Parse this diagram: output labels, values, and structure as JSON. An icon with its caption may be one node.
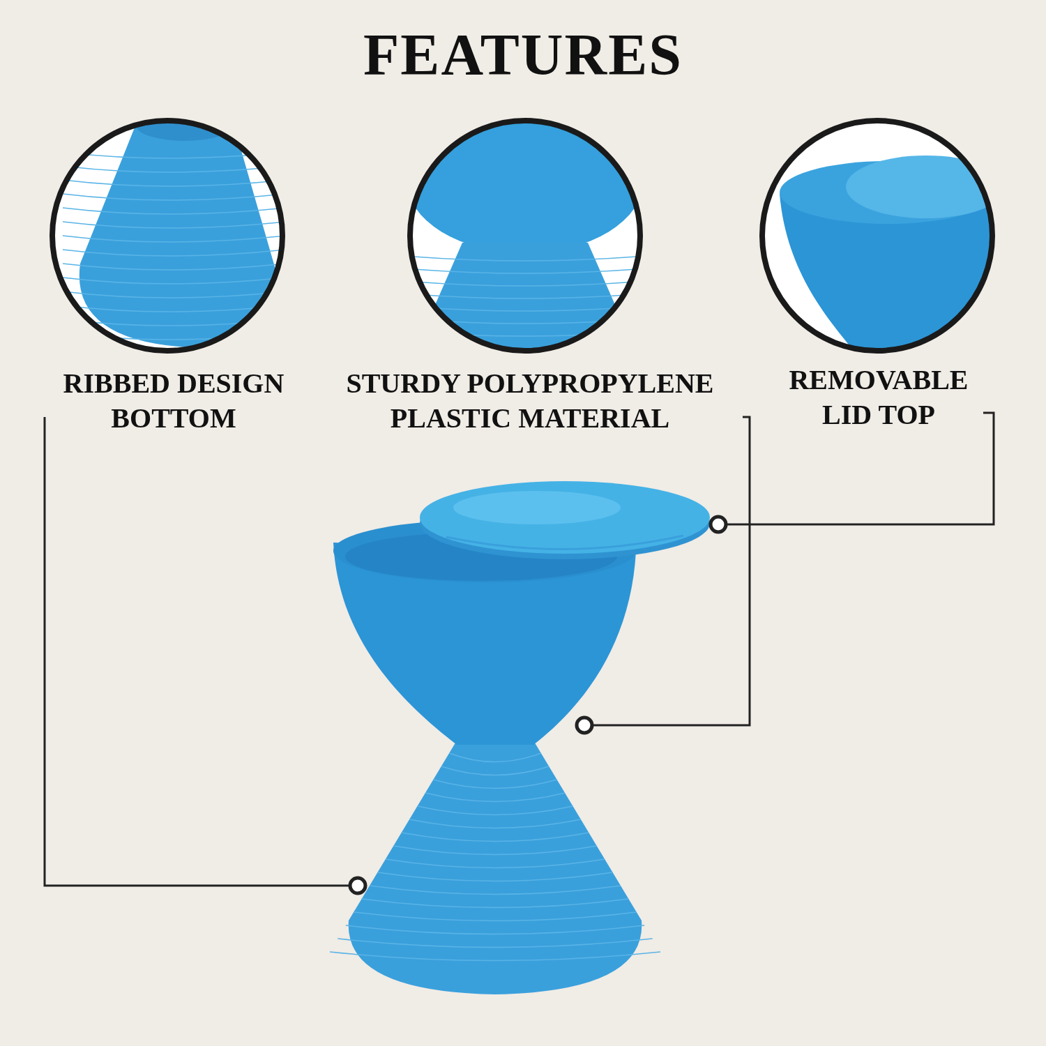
{
  "diagram": {
    "title": "FEATURES",
    "nodes": [
      {
        "text": [
          "RIBBED DESIGN BOTTOM"
        ]
      },
      {
        "text": [
          "STURDY POLYPROPYLENE PLASTIC MATERIAL"
        ]
      },
      {
        "text": [
          "REMOVABLE LID TOP"
        ]
      },
      {
        "text": [],
        "shape": "picture"
      },
      {
        "text": [],
        "shape": "picture"
      },
      {
        "text": [],
        "shape": "picture"
      }
    ],
    "edges": [
      {
        "from": 0,
        "to": 5,
        "arrow": "other"
      },
      {
        "from": 1,
        "to": 4,
        "arrow": "other"
      },
      {
        "from": 2,
        "to": 3,
        "arrow": "other"
      }
    ]
  }
}
